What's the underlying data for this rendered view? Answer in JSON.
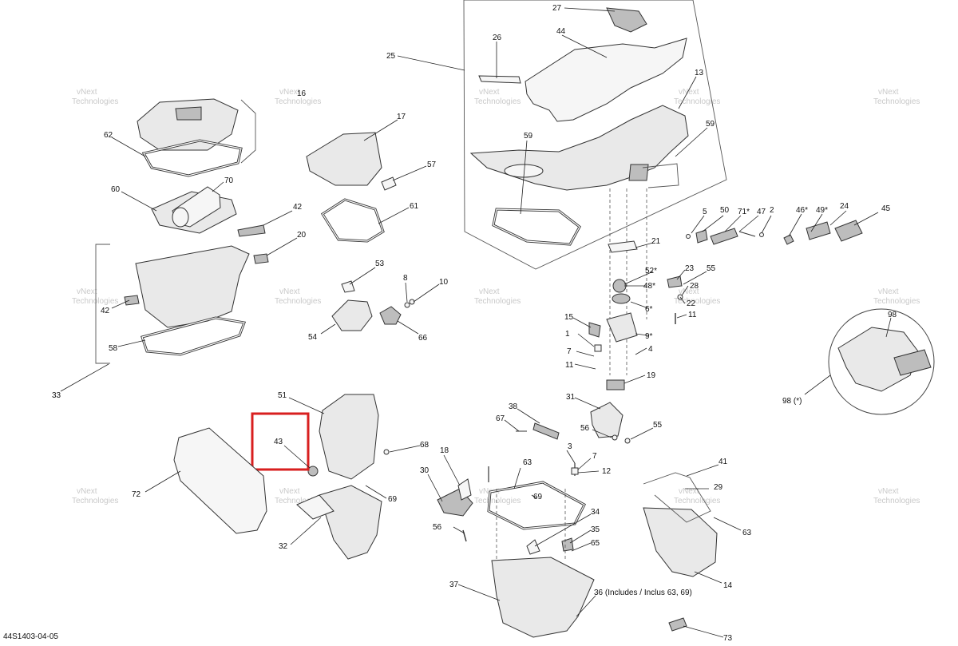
{
  "diagram": {
    "reference_code": "44S1403-04-05",
    "watermark": [
      "vNext",
      "Technologies"
    ],
    "highlighted_part": "43",
    "callouts": [
      "1",
      "2",
      "3",
      "4",
      "5",
      "6*",
      "7",
      "8",
      "9*",
      "10",
      "11",
      "12",
      "13",
      "14",
      "15",
      "16",
      "17",
      "18",
      "19",
      "20",
      "21",
      "22",
      "23",
      "24",
      "25",
      "26",
      "27",
      "28",
      "29",
      "30",
      "31",
      "32",
      "33",
      "36 (Includes / Inclus 63, 69)",
      "37",
      "38",
      "41",
      "42",
      "44",
      "45",
      "46*",
      "47",
      "48*",
      "49*",
      "50",
      "51",
      "52*",
      "53",
      "54",
      "55",
      "56",
      "57",
      "58",
      "59",
      "60",
      "61",
      "62",
      "63",
      "65",
      "66",
      "67",
      "68",
      "69",
      "70",
      "71*",
      "72",
      "73",
      "98",
      "98 (*)",
      "34",
      "35"
    ],
    "labels": {
      "n27": "27",
      "n26": "26",
      "n44": "44",
      "n25": "25",
      "n13": "13",
      "n59a": "59",
      "n59b": "59",
      "n16": "16",
      "n62": "62",
      "n17": "17",
      "n57": "57",
      "n70": "70",
      "n60": "60",
      "n42a": "42",
      "n61": "61",
      "n20": "20",
      "n42b": "42",
      "n58": "58",
      "n33": "33",
      "n53": "53",
      "n8": "8",
      "n10": "10",
      "n54": "54",
      "n66": "66",
      "n5": "5",
      "n50": "50",
      "n71": "71*",
      "n47": "47",
      "n2": "2",
      "n46": "46*",
      "n49": "49*",
      "n24": "24",
      "n45": "45",
      "n21": "21",
      "n52": "52*",
      "n23": "23",
      "n55a": "55",
      "n48": "48*",
      "n22": "22",
      "n6": "6*",
      "n1": "1",
      "n11a": "11",
      "n15": "15",
      "n28a": "28",
      "n9": "9*",
      "n7a": "7",
      "n4": "4",
      "n11b": "11",
      "n19": "19",
      "n98": "98",
      "n98s": "98 (*)",
      "n51": "51",
      "n31": "31",
      "n38": "38",
      "n67": "67",
      "n56a": "56",
      "n55b": "55",
      "n43": "43",
      "n68": "68",
      "n3": "3",
      "n7b": "7",
      "n72": "72",
      "n18": "18",
      "n63a": "63",
      "n12": "12",
      "n41": "41",
      "n30": "30",
      "n29": "29",
      "n69a": "69",
      "n69b": "69",
      "n32": "32",
      "n56b": "56",
      "n34": "34",
      "n35": "35",
      "n65": "65",
      "n63b": "63",
      "n37": "37",
      "n36": "36 (Includes / Inclus 63, 69)",
      "n14": "14",
      "n73": "73"
    }
  }
}
